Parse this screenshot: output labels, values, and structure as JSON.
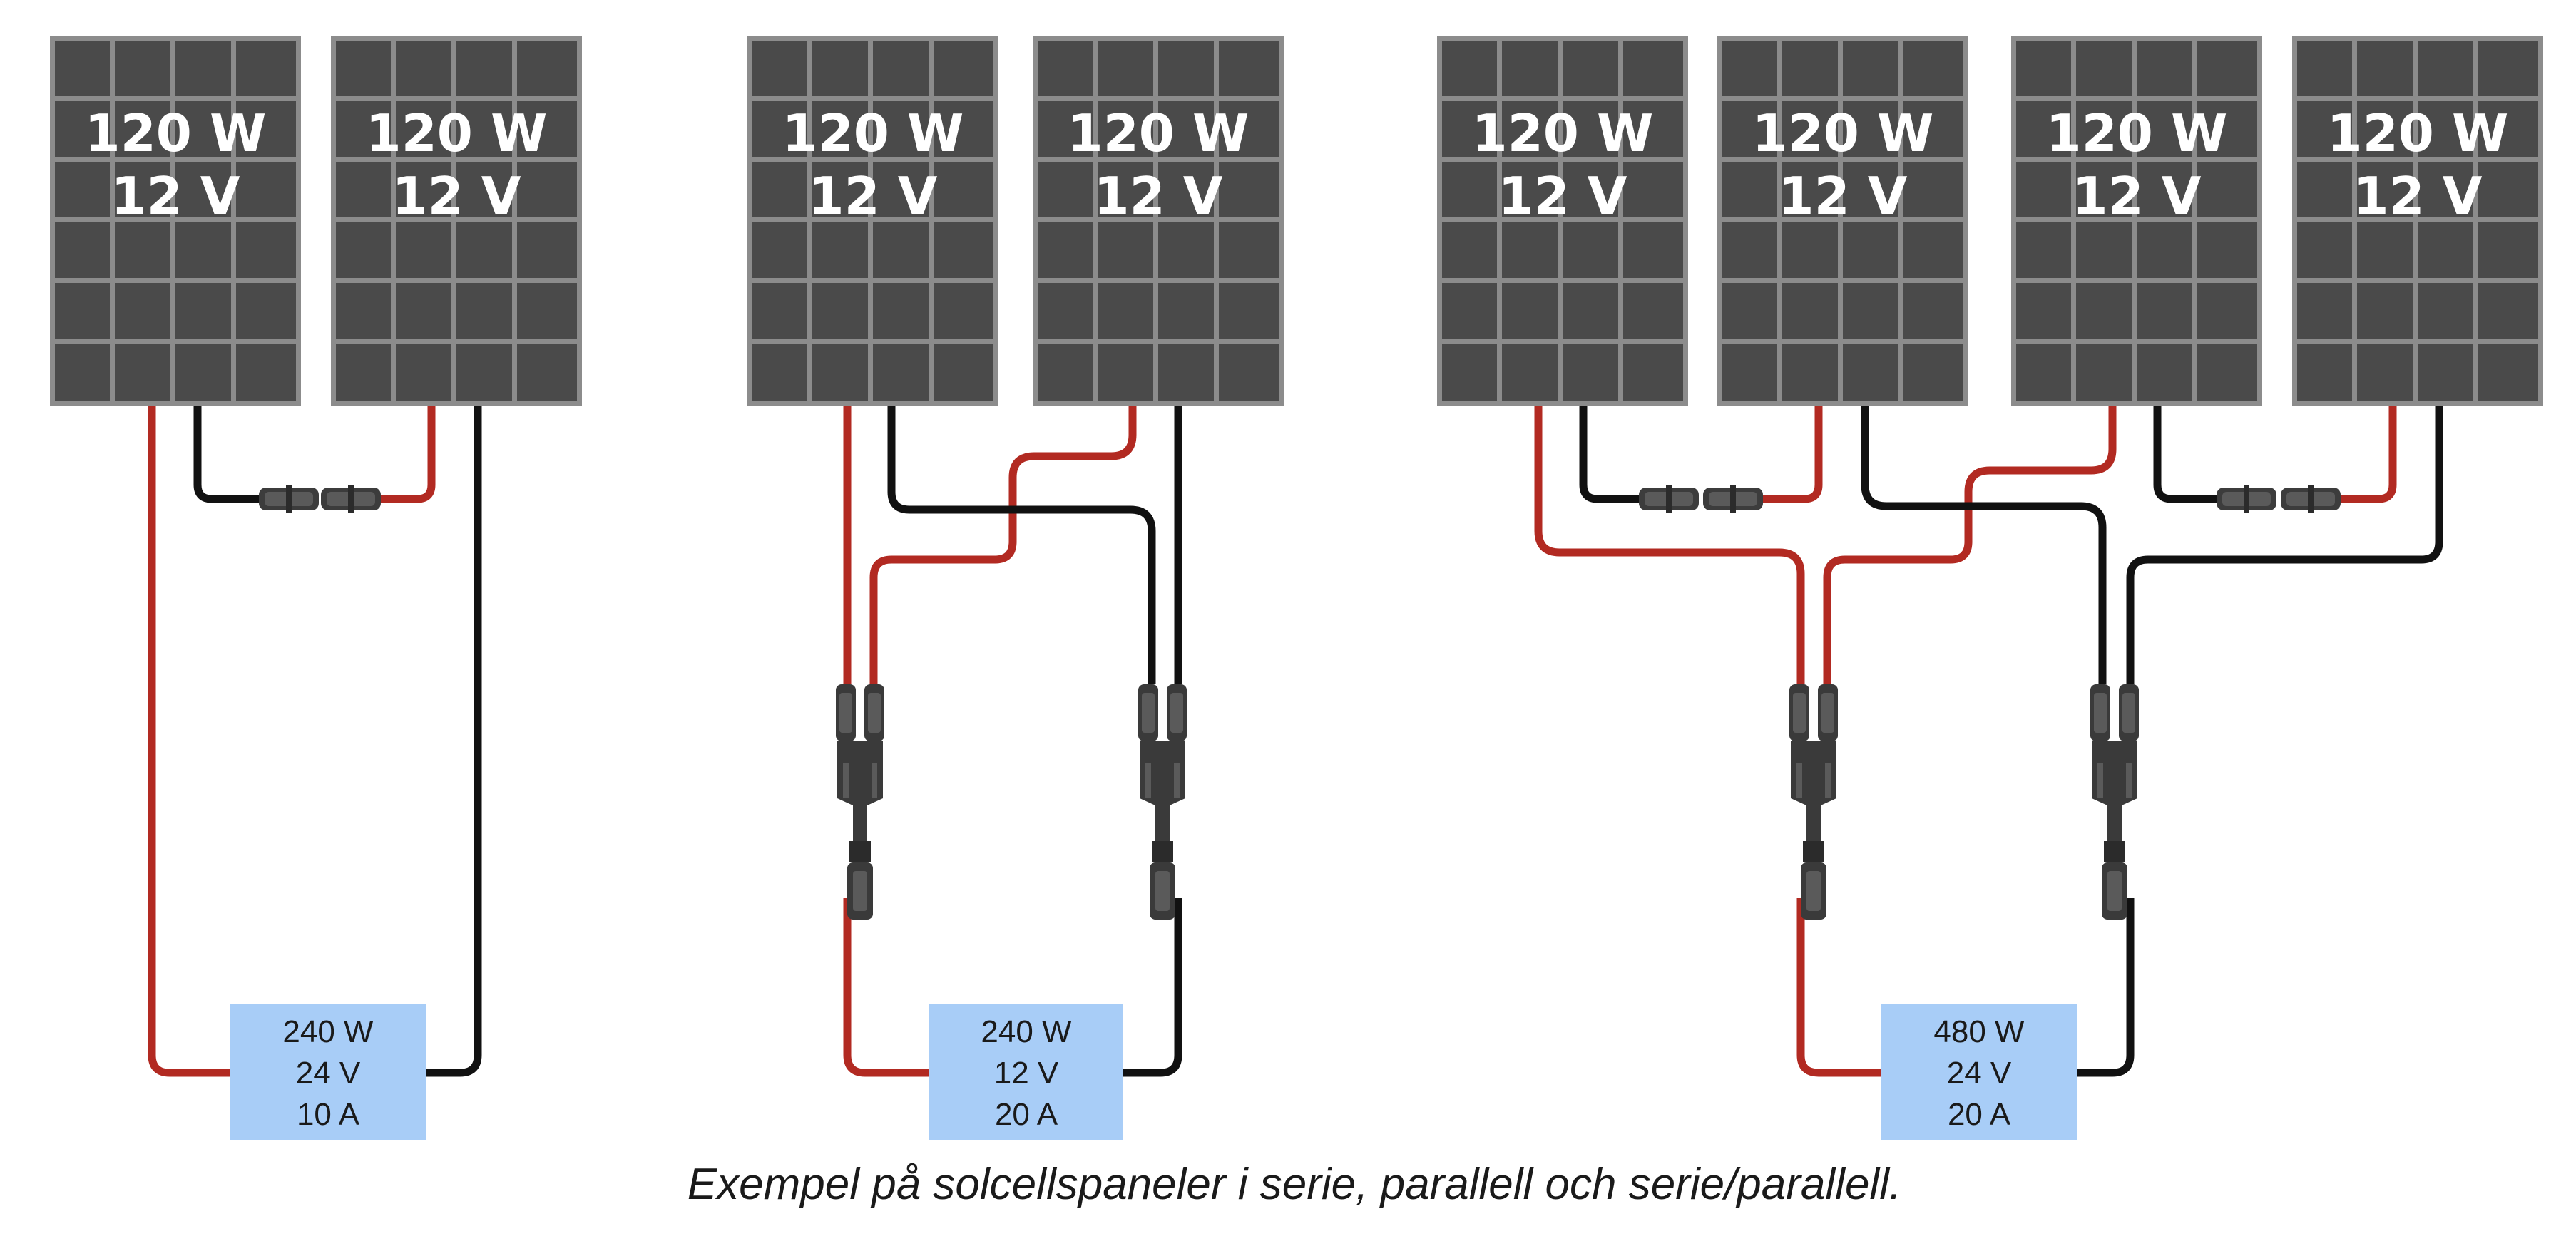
{
  "panel": {
    "power": "120 W",
    "voltage": "12 V"
  },
  "results": [
    {
      "power": "240 W",
      "voltage": "24 V",
      "current": "10 A"
    },
    {
      "power": "240 W",
      "voltage": "12 V",
      "current": "20 A"
    },
    {
      "power": "480 W",
      "voltage": "24 V",
      "current": "20 A"
    }
  ],
  "caption": "Exempel på solcellspaneler i serie, parallell och serie/parallell.",
  "colors": {
    "panel_fill": "#4a4a4a",
    "panel_border": "#8c8c8c",
    "positive_wire": "#b22a22",
    "negative_wire": "#111111",
    "result_box": "#a8cdf7"
  }
}
